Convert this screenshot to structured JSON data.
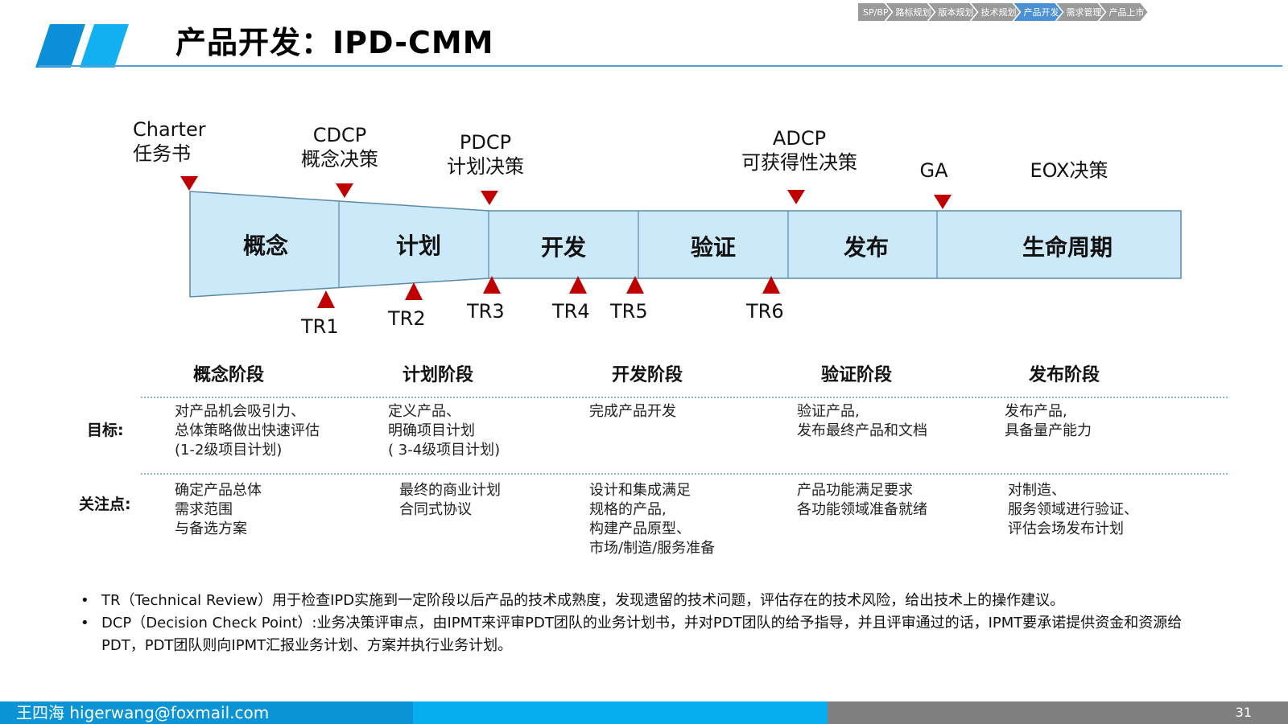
{
  "nav": {
    "steps": [
      {
        "label": "SP/BP",
        "active": false
      },
      {
        "label": "路标规划",
        "active": false
      },
      {
        "label": "版本规划",
        "active": false
      },
      {
        "label": "技术规划",
        "active": false
      },
      {
        "label": "产品开发",
        "active": true
      },
      {
        "label": "需求管理",
        "active": false
      },
      {
        "label": "产品上市",
        "active": false
      }
    ]
  },
  "header": {
    "title": "产品开发：IPD-CMM",
    "logo_colors": [
      "#0a8fd8",
      "#12b0f0"
    ]
  },
  "diagram": {
    "fill_color": "#cce9f9",
    "border_color": "#5a8aa6",
    "marker_color": "#c00000",
    "phases": [
      {
        "label": "概念"
      },
      {
        "label": "计划"
      },
      {
        "label": "开发"
      },
      {
        "label": "验证"
      },
      {
        "label": "发布"
      },
      {
        "label": "生命周期"
      }
    ],
    "decision_points": [
      {
        "code": "Charter",
        "name": "任务书"
      },
      {
        "code": "CDCP",
        "name": "概念决策"
      },
      {
        "code": "PDCP",
        "name": "计划决策"
      },
      {
        "code": "ADCP",
        "name": "可获得性决策"
      },
      {
        "code": "GA",
        "name": ""
      },
      {
        "code": "",
        "name": "EOX决策"
      }
    ],
    "technical_reviews": [
      "TR1",
      "TR2",
      "TR3",
      "TR4",
      "TR5",
      "TR6"
    ]
  },
  "table": {
    "columns": [
      "概念阶段",
      "计划阶段",
      "开发阶段",
      "验证阶段",
      "发布阶段"
    ],
    "rows": [
      {
        "label": "目标:",
        "cells": [
          "对产品机会吸引力、\n总体策略做出快速评估\n(1-2级项目计划)",
          "定义产品、\n明确项目计划\n( 3-4级项目计划)",
          "完成产品开发",
          "验证产品,\n发布最终产品和文档",
          "发布产品,\n具备量产能力"
        ]
      },
      {
        "label": "关注点:",
        "cells": [
          "确定产品总体\n需求范围\n与备选方案",
          "最终的商业计划\n合同式协议",
          "设计和集成满足\n规格的产品,\n构建产品原型、\n市场/制造/服务准备",
          "产品功能满足要求\n各功能领域准备就绪",
          "对制造、\n服务领域进行验证、\n评估会场发布计划"
        ]
      }
    ]
  },
  "notes": [
    {
      "bullet": "•",
      "text": "TR（Technical Review）用于检查IPD实施到一定阶段以后产品的技术成熟度，发现遗留的技术问题，评估存在的技术风险，给出技术上的操作建议。"
    },
    {
      "bullet": "•",
      "text": "DCP（Decision Check Point）:业务决策评审点，由IPMT来评审PDT团队的业务计划书，并对PDT团队的给予指导，并且评审通过的话，IPMT要承诺提供资金和资源给PDT，PDT团队则向IPMT汇报业务计划、方案并执行业务计划。"
    }
  ],
  "footer": {
    "author": "王四海 higerwang@foxmail.com",
    "page_number": "31"
  }
}
